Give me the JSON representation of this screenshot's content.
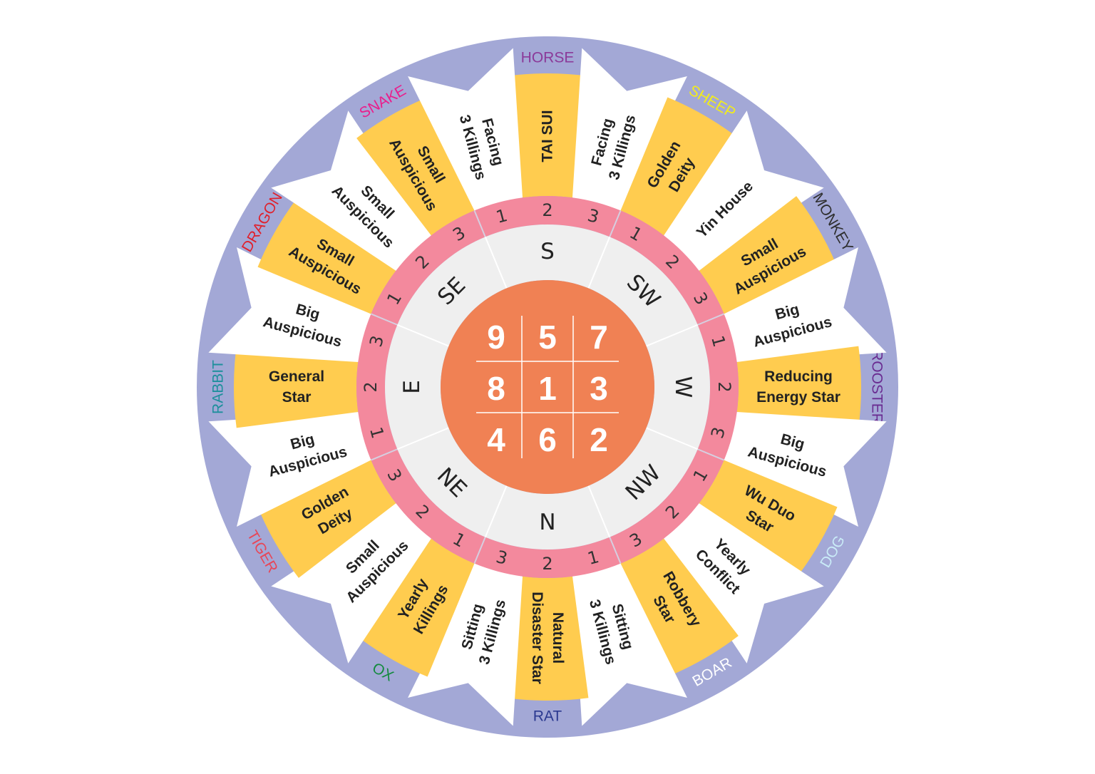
{
  "colors": {
    "outer_ring": "#a3a8d6",
    "white_sector": "#ffffff",
    "yellow_sector": "#ffcc4f",
    "pink_ring": "#f3899d",
    "gray_ring": "#efefef",
    "center": "#f08154",
    "annotation_text": "#222222",
    "number_text": "#333333",
    "grid_text": "#ffffff"
  },
  "zodiac": [
    {
      "name": "HORSE",
      "color": "#8b3a99"
    },
    {
      "name": "SHEEP",
      "color": "#f2ec1b"
    },
    {
      "name": "MONKEY",
      "color": "#2e2e2e"
    },
    {
      "name": "ROOSTER",
      "color": "#6a2c91"
    },
    {
      "name": "DOG",
      "color": "#c9ebf7"
    },
    {
      "name": "BOAR",
      "color": "#ffffff"
    },
    {
      "name": "RAT",
      "color": "#2b3990"
    },
    {
      "name": "OX",
      "color": "#138a3e"
    },
    {
      "name": "TIGER",
      "color": "#e84657"
    },
    {
      "name": "RABBIT",
      "color": "#1e8f9c"
    },
    {
      "name": "DRAGON",
      "color": "#e0202b"
    },
    {
      "name": "SNAKE",
      "color": "#e91e8c"
    }
  ],
  "annotations": [
    {
      "lines": [
        "TAI SUI"
      ],
      "fill": "yellow"
    },
    {
      "lines": [
        "Facing",
        "3 Killings"
      ],
      "fill": "white"
    },
    {
      "lines": [
        "Golden",
        "Deity"
      ],
      "fill": "yellow"
    },
    {
      "lines": [
        "Yin House"
      ],
      "fill": "white"
    },
    {
      "lines": [
        "Small",
        "Auspicious"
      ],
      "fill": "yellow"
    },
    {
      "lines": [
        "Big",
        "Auspicious"
      ],
      "fill": "white"
    },
    {
      "lines": [
        "Reducing",
        "Energy Star"
      ],
      "fill": "yellow"
    },
    {
      "lines": [
        "Big",
        "Auspicious"
      ],
      "fill": "white"
    },
    {
      "lines": [
        "Wu Duo",
        "Star"
      ],
      "fill": "yellow"
    },
    {
      "lines": [
        "Yearly",
        "Conflict"
      ],
      "fill": "white"
    },
    {
      "lines": [
        "Robbery",
        "Star"
      ],
      "fill": "yellow"
    },
    {
      "lines": [
        "Sitting",
        "3 Killings"
      ],
      "fill": "white"
    },
    {
      "lines": [
        "Natural",
        "Disaster Star"
      ],
      "fill": "yellow"
    },
    {
      "lines": [
        "Sitting",
        "3 Killings"
      ],
      "fill": "white"
    },
    {
      "lines": [
        "Yearly",
        "Killings"
      ],
      "fill": "yellow"
    },
    {
      "lines": [
        "Small",
        "Auspicious"
      ],
      "fill": "white"
    },
    {
      "lines": [
        "Golden",
        "Deity"
      ],
      "fill": "yellow"
    },
    {
      "lines": [
        "Big",
        "Auspicious"
      ],
      "fill": "white"
    },
    {
      "lines": [
        "General",
        "Star"
      ],
      "fill": "yellow"
    },
    {
      "lines": [
        "Big",
        "Auspicious"
      ],
      "fill": "white"
    },
    {
      "lines": [
        "Small",
        "Auspicious"
      ],
      "fill": "yellow"
    },
    {
      "lines": [
        "Small",
        "Auspicious"
      ],
      "fill": "white"
    },
    {
      "lines": [
        "Small",
        "Auspicious"
      ],
      "fill": "yellow"
    },
    {
      "lines": [
        "Facing",
        "3 Killings"
      ],
      "fill": "white"
    }
  ],
  "sub_numbers": [
    "2",
    "3",
    "1",
    "2",
    "3",
    "1",
    "2",
    "3",
    "1",
    "2",
    "3",
    "1",
    "2",
    "3",
    "1",
    "2",
    "3",
    "1",
    "2",
    "3",
    "1",
    "2",
    "3",
    "1"
  ],
  "directions": [
    "S",
    "SW",
    "W",
    "NW",
    "N",
    "NE",
    "E",
    "SE"
  ],
  "grid": [
    [
      "9",
      "5",
      "7"
    ],
    [
      "8",
      "1",
      "3"
    ],
    [
      "4",
      "6",
      "2"
    ]
  ]
}
